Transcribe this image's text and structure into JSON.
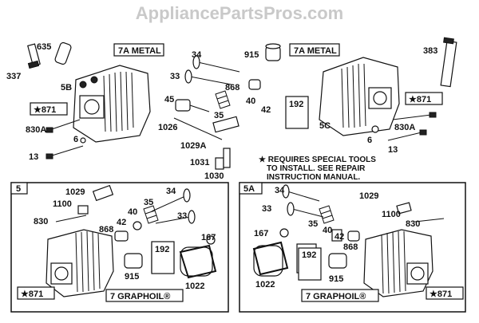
{
  "watermark": "AppliancePartsPros.com",
  "labels": {
    "p635": "635",
    "p337": "337",
    "p5b": "5B",
    "p871a": "★871",
    "p830a": "830A",
    "p6a": "6",
    "p13a": "13",
    "p7a_metal_1": "7A METAL",
    "p34a": "34",
    "p33a": "33",
    "p868a": "868",
    "p45": "45",
    "p1026": "1026",
    "p35a": "35",
    "p40a": "40",
    "p42a": "42",
    "p1029a": "1029A",
    "p1031": "1031",
    "p1030": "1030",
    "p915a": "915",
    "p7a_metal_2": "7A METAL",
    "p383": "383",
    "p192a": "192",
    "p5c": "5C",
    "p871b": "★871",
    "p830a_2": "830A",
    "p6b": "6",
    "p13b": "13",
    "note_line1": "★ REQUIRES SPECIAL TOOLS",
    "note_line2": "TO INSTALL.  SEE REPAIR",
    "note_line3": "INSTRUCTION MANUAL.",
    "box5_tag": "5",
    "p1029b": "1029",
    "p1100a": "1100",
    "p830b": "830",
    "p35b": "35",
    "p34b": "34",
    "p42b": "42",
    "p40b": "40",
    "p868b": "868",
    "p33b": "33",
    "p167a": "167",
    "p192b": "192",
    "p915b": "915",
    "p1022a": "1022",
    "p871c": "★871",
    "graphoil1": "7 GRAPHOIL®",
    "box5a_tag": "5A",
    "p34c": "34",
    "p1029c": "1029",
    "p33c": "33",
    "p35c": "35",
    "p1100b": "1100",
    "p40c": "40",
    "p830c": "830",
    "p167b": "167",
    "p42c": "42",
    "p868c": "868",
    "p192c": "192",
    "p915c": "915",
    "p1022b": "1022",
    "graphoil2": "7 GRAPHOIL®",
    "p871d": "★871"
  }
}
